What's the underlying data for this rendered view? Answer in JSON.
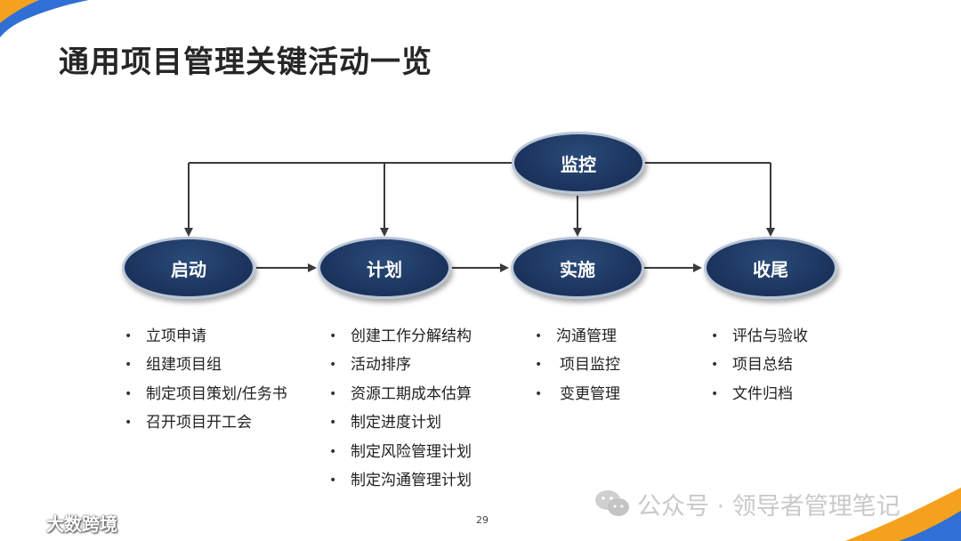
{
  "title": "通用项目管理关键活动一览",
  "nodes": {
    "monitor": "监控",
    "start": "启动",
    "plan": "计划",
    "execute": "实施",
    "close": "收尾"
  },
  "bullet": "•",
  "lists": {
    "start": [
      "立项申请",
      "组建项目组",
      "制定项目策划/任务书",
      "召开项目开工会"
    ],
    "plan": [
      "创建工作分解结构",
      "活动排序",
      "资源工期成本估算",
      "制定进度计划",
      "制定风险管理计划",
      "制定沟通管理计划"
    ],
    "execute": [
      "沟通管理",
      "项目监控",
      "变更管理"
    ],
    "close": [
      "评估与验收",
      "项目总结",
      "文件归档"
    ]
  },
  "page_number": "29",
  "watermark_right": "公众号 · 领导者管理笔记",
  "watermark_left": "大数跨境",
  "colors": {
    "node_fill": "#1d3660",
    "node_border": "#b9c6d8",
    "connector": "#3a3a3a",
    "accent_blue": "#2f6fd6",
    "accent_orange": "#f4a21e"
  }
}
